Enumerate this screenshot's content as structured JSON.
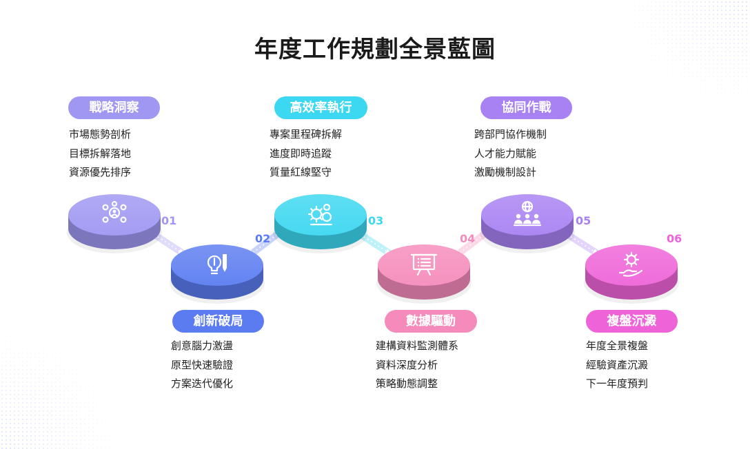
{
  "title": "年度工作規劃全景藍圖",
  "steps": [
    {
      "num": "01",
      "label": "戰略洞察",
      "icon": "strategy-network-icon",
      "color": "#9f97f2",
      "items": [
        "市場態勢剖析",
        "目標拆解落地",
        "資源優先排序"
      ]
    },
    {
      "num": "02",
      "label": "創新破局",
      "icon": "lightbulb-pencil-icon",
      "color": "#5b7cf0",
      "items": [
        "創意腦力激盪",
        "原型快速驗證",
        "方案迭代優化"
      ]
    },
    {
      "num": "03",
      "label": "高效率執行",
      "icon": "gears-clock-icon",
      "color": "#3cd7f0",
      "items": [
        "專案里程碑拆解",
        "進度即時追蹤",
        "質量紅線堅守"
      ]
    },
    {
      "num": "04",
      "label": "數據驅動",
      "icon": "presentation-board-icon",
      "color": "#f58bbb",
      "items": [
        "建構資料監測體系",
        "資料深度分析",
        "策略動態調整"
      ]
    },
    {
      "num": "05",
      "label": "協同作戰",
      "icon": "team-globe-icon",
      "color": "#a881f2",
      "items": [
        "跨部門協作機制",
        "人才能力賦能",
        "激勵機制設計"
      ]
    },
    {
      "num": "06",
      "label": "複盤沉澱",
      "icon": "gear-hand-icon",
      "color": "#ee64d8",
      "items": [
        "年度全景複盤",
        "經驗資產沉澱",
        "下一年度預判"
      ]
    }
  ]
}
